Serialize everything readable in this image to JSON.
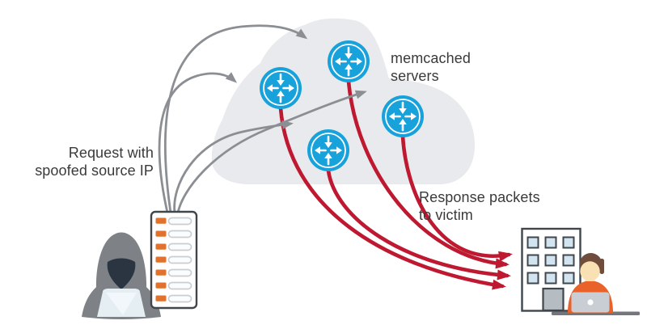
{
  "diagram": {
    "cloud_label": {
      "line1": "memcached",
      "line2": "servers"
    },
    "request_label": {
      "line1": "Request with",
      "line2": "spoofed source IP"
    },
    "response_label": {
      "line1": "Response packets",
      "line2": "to victim"
    },
    "nodes": {
      "attacker": {
        "icon": "hooded-attacker-icon"
      },
      "attack_server": {
        "icon": "server-rack-icon",
        "slot_count": 7
      },
      "memcached_servers": {
        "icon": "router-icon",
        "count": 4
      },
      "victim_building": {
        "icon": "office-building-icon",
        "window_count": 9
      },
      "victim_user": {
        "icon": "person-at-laptop-icon"
      }
    },
    "arrows": {
      "request_count": 4,
      "response_count": 4
    },
    "colors": {
      "cloud": "#E8EAED",
      "router_blue": "#18A2DB",
      "arrow_gray": "#8B8F93",
      "arrow_red": "#BE1931",
      "outline_dark": "#3F464C",
      "rack_orange": "#E0722E",
      "shirt_orange": "#E8622A",
      "window_blue": "#D2E4F0",
      "hood_gray": "#7E8287",
      "face_dark": "#2B3542",
      "skin": "#FAE1B3",
      "hair_brown": "#6F4C3B",
      "laptop_gray": "#C8CED4",
      "attacker_laptop": "#E4EEF3",
      "desk_gray": "#73777B",
      "text_dark": "#3A3A3A"
    }
  }
}
